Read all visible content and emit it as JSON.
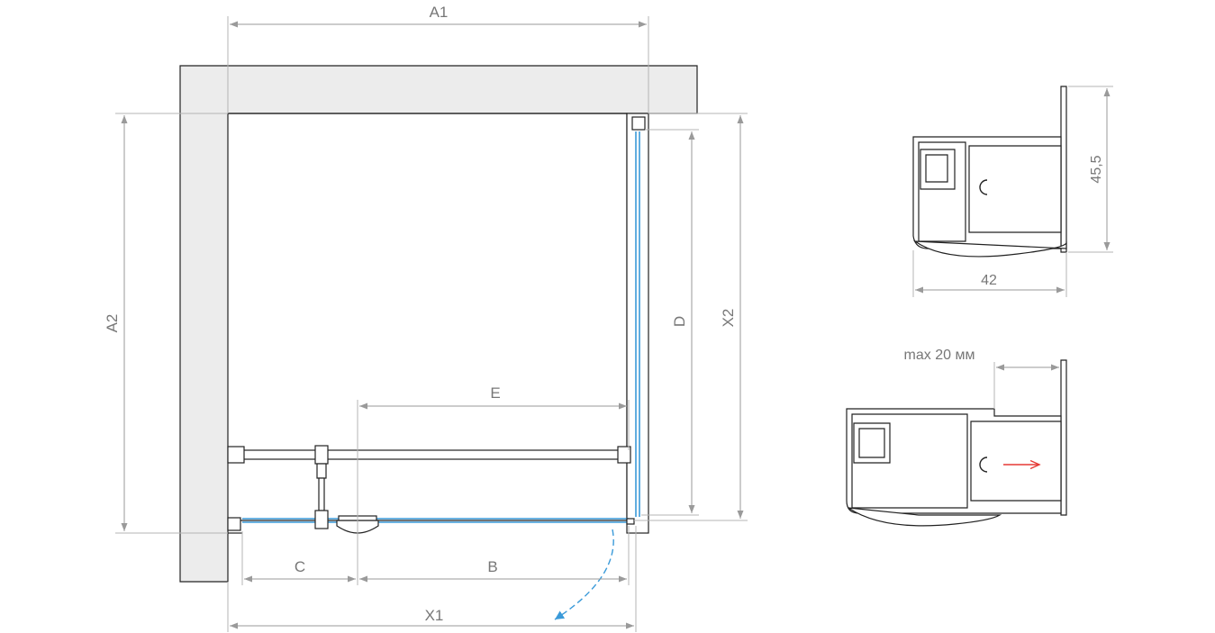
{
  "dimensions": {
    "a1": "A1",
    "a2": "A2",
    "x1": "X1",
    "x2": "X2",
    "b": "B",
    "c": "C",
    "d": "D",
    "e": "E"
  },
  "profile_top": {
    "height": "45,5",
    "width": "42"
  },
  "profile_bottom": {
    "max_offset": "max 20 мм"
  },
  "colors": {
    "glass": "#3a9ad9",
    "arrow_red": "#e53935",
    "wall_fill": "#ececec"
  }
}
